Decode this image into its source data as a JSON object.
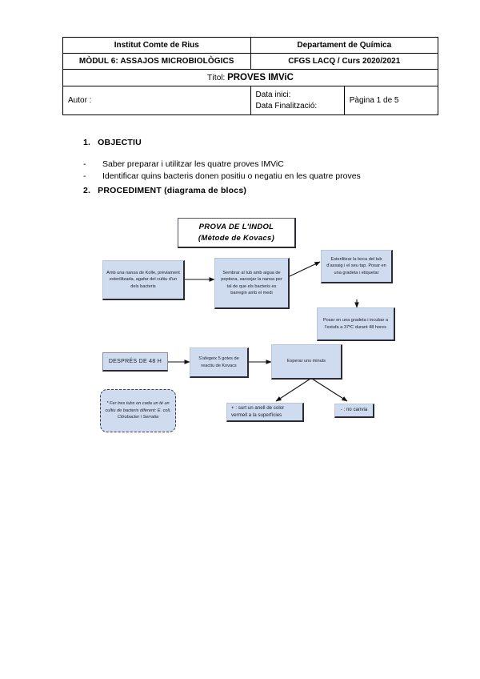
{
  "header": {
    "institute": "Institut Comte de Rius",
    "department": "Departament de Química",
    "module": "MÒDUL 6: ASSAJOS MICROBIOLÒGICS",
    "course": "CFGS LACQ / Curs 2020/2021",
    "title_label": "Títol:",
    "title_value": "PROVES IMViC",
    "author_label": "Autor :",
    "date_start_label": "Data inici:",
    "date_end_label": "Data Finalització:",
    "page_label": "Pàgina 1 de 5"
  },
  "sections": {
    "objectiu": {
      "number": "1.",
      "heading": "OBJECTIU",
      "bullets": [
        "Saber preparar i utilitzar les quatre proves IMViC",
        "Identificar quins bacteris donen positiu o negatiu en les quatre proves"
      ],
      "dash": "-"
    },
    "procediment": {
      "number": "2.",
      "heading": "PROCEDIMENT (diagrama de blocs)"
    }
  },
  "diagram": {
    "title_line1": "PROVA DE L'INDOL",
    "title_line2": "(Mètode de Kovacs)",
    "step1": "Amb una nansa de Kolle, prèviament esterilitzada, agafar del cultiu d'un dels bacteris",
    "step2": "Sembrar al tub amb aigua de peptona, sacsejar la nansa per tal de que els bacteris es barregin amb el medi",
    "step3": "Esterilitzar la boca del tub d'assaig i el seu tap. Posar en una gradeta i etiquetar",
    "step4": "Posar en una gradeta i incubar a l'estufa a 37ºC durant 48 hores",
    "step5": "DESPRÉS DE 48 H",
    "step6": "S'afegeix 5 gotes de reactiu de Kovacs",
    "step7": "Esperar uns minuts",
    "result_positive": "+ : surt un anell de color vermell a la superfícies",
    "result_negative": "- : no canvia",
    "note": "* Fer tres tubs on cada un té un cultiu de bacteris diferent: E. coli, Citrobacter i Serratia"
  },
  "colors": {
    "node_fill": "#cfdcef",
    "node_shadow": "#2b2b35",
    "page_background": "#ffffff",
    "text": "#000000"
  }
}
